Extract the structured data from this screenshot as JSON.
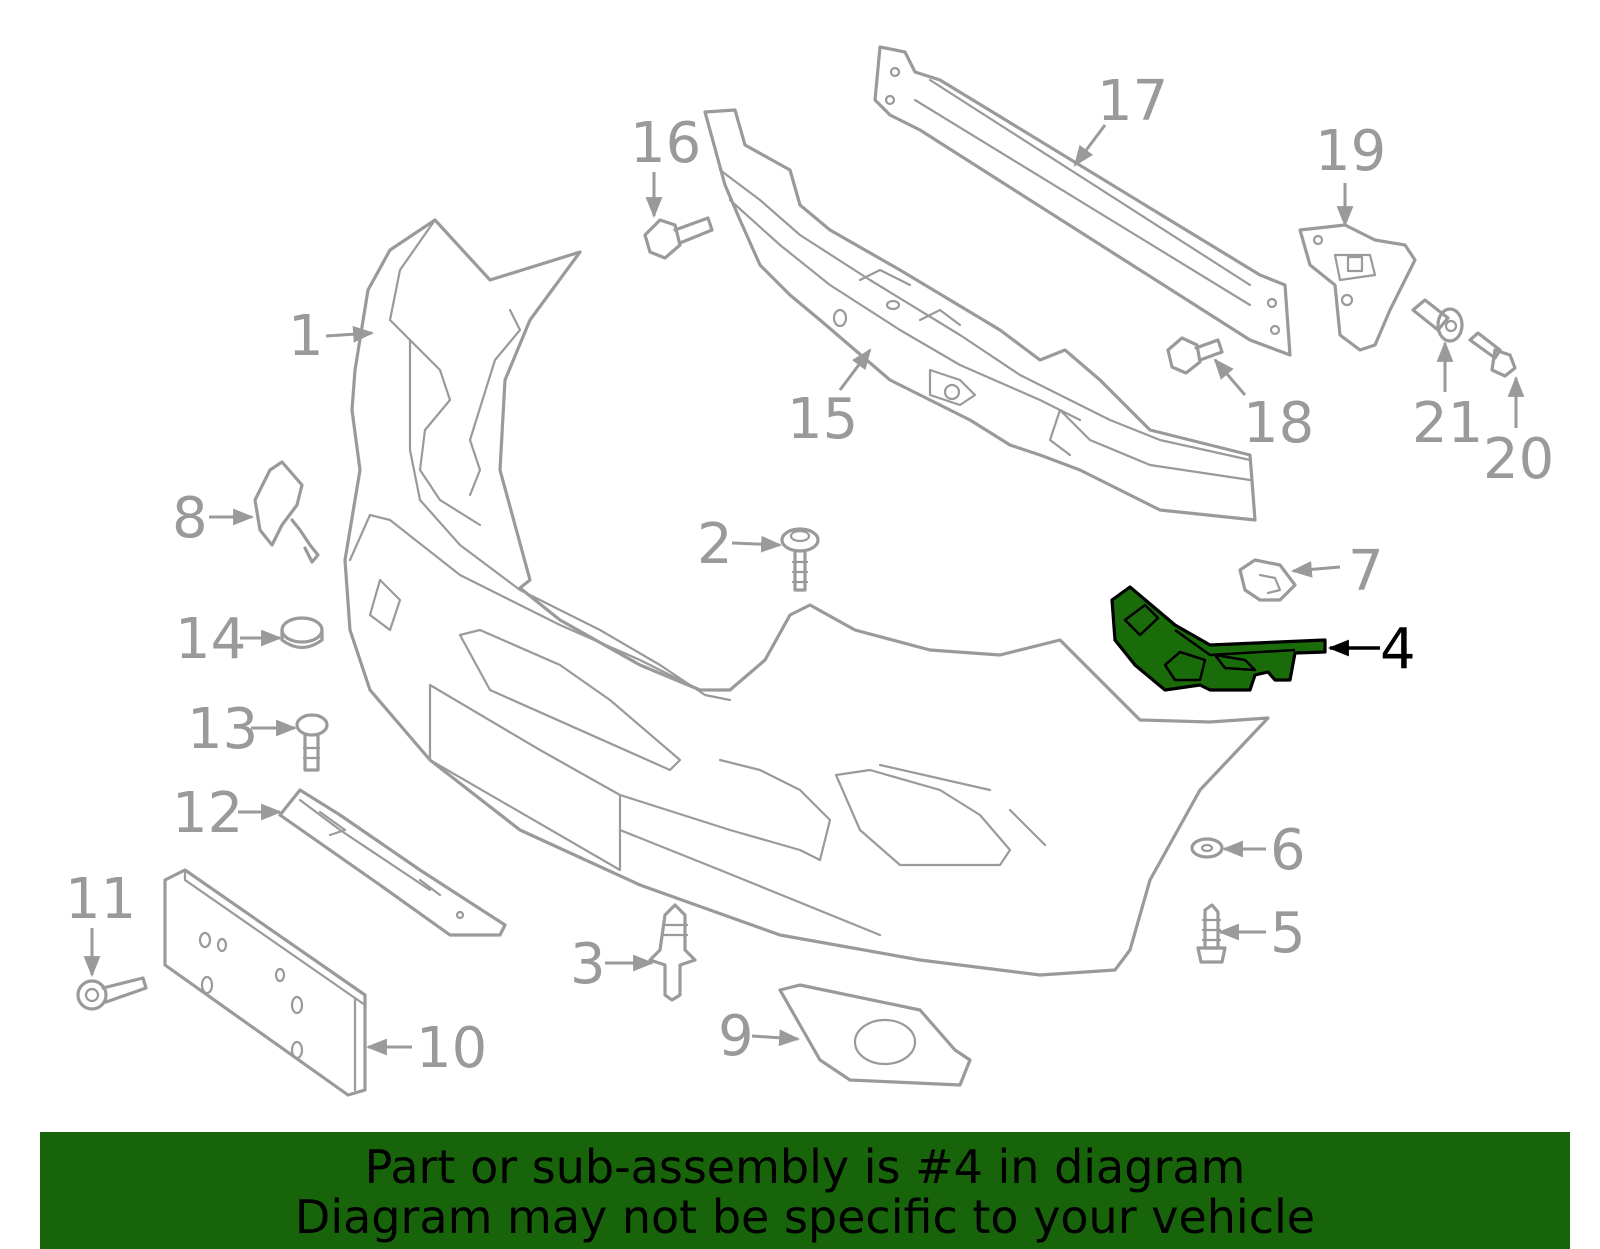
{
  "diagram": {
    "callouts": {
      "c1": "1",
      "c2": "2",
      "c3": "3",
      "c4": "4",
      "c5": "5",
      "c6": "6",
      "c7": "7",
      "c8": "8",
      "c9": "9",
      "c10": "10",
      "c11": "11",
      "c12": "12",
      "c13": "13",
      "c14": "14",
      "c15": "15",
      "c16": "16",
      "c17": "17",
      "c18": "18",
      "c19": "19",
      "c20": "20",
      "c21": "21"
    },
    "highlighted_part": "4",
    "highlight_color": "#1a6b0a",
    "line_color": "#9a9a9a"
  },
  "banner": {
    "line1": "Part or sub-assembly is #4 in diagram",
    "line2": "Diagram may not be specific to your vehicle",
    "background": "#18640a"
  }
}
